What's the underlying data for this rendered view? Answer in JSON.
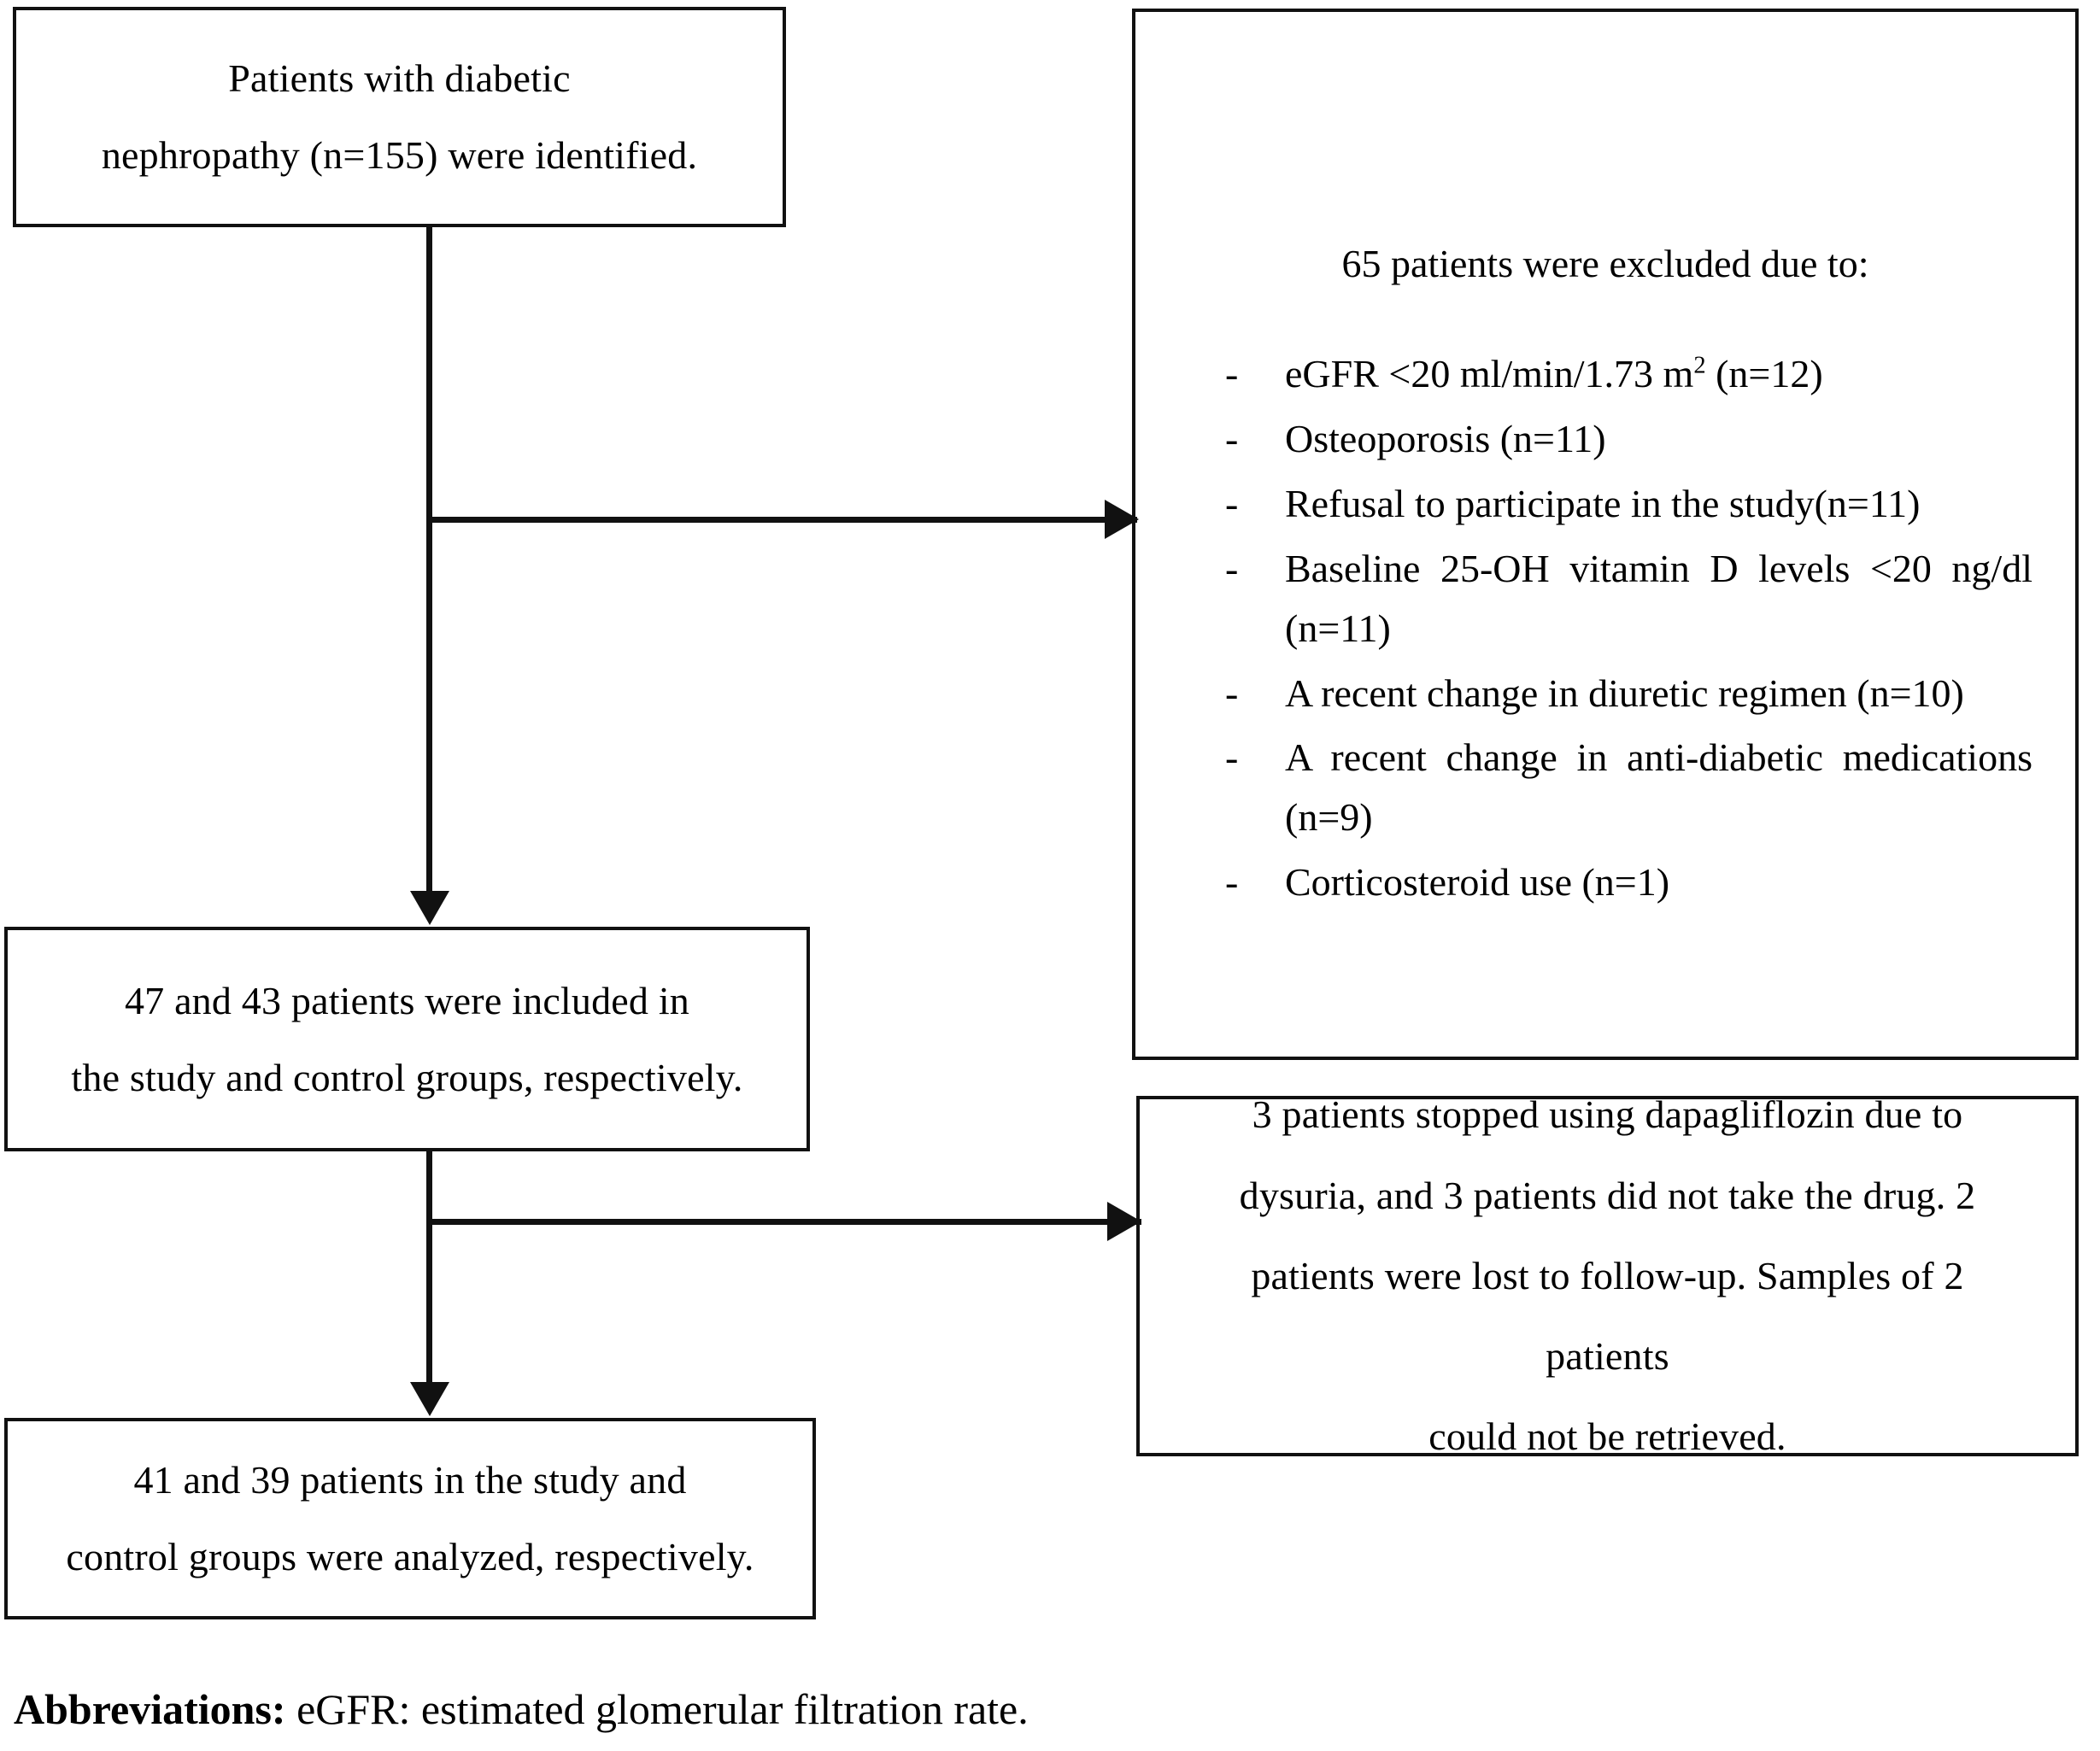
{
  "diagram": {
    "type": "study-flow-diagram",
    "boxes": {
      "identified": {
        "line1": "Patients with diabetic",
        "line2": "nephropathy (n=155) were identified."
      },
      "included": {
        "line1": "47 and 43 patients were included in",
        "line2": "the study and control groups, respectively."
      },
      "analyzed": {
        "line1": "41 and 39 patients in the study and",
        "line2": "control groups were analyzed, respectively."
      },
      "excluded": {
        "heading": "65 patients were excluded due to:",
        "bullet_marker": "-",
        "items": [
          {
            "prefix": "eGFR <20 ml/min/1.73 m",
            "sup": "2",
            "suffix": " (n=12)"
          },
          {
            "prefix": "Osteoporosis (n=11)",
            "sup": "",
            "suffix": ""
          },
          {
            "prefix": "Refusal to participate in the study(n=11)",
            "sup": "",
            "suffix": ""
          },
          {
            "prefix": "Baseline 25-OH vitamin D levels <20 ng/dl (n=11)",
            "sup": "",
            "suffix": ""
          },
          {
            "prefix": "A recent change in diuretic regimen (n=10)",
            "sup": "",
            "suffix": ""
          },
          {
            "prefix": "A recent change in anti-diabetic medications (n=9)",
            "sup": "",
            "suffix": ""
          },
          {
            "prefix": "Corticosteroid use (n=1)",
            "sup": "",
            "suffix": ""
          }
        ]
      },
      "dropouts": {
        "line1": "3 patients stopped using dapagliflozin due to",
        "line2": "dysuria, and 3 patients did not take the drug. 2",
        "line3": "patients were lost to follow-up. Samples of 2 patients",
        "line4": "could not be retrieved."
      }
    },
    "caption": {
      "lead": "Abbreviations:",
      "rest": " eGFR: estimated glomerular filtration rate."
    },
    "colors": {
      "stroke": "#111111",
      "background": "#ffffff",
      "text": "#000000"
    }
  }
}
